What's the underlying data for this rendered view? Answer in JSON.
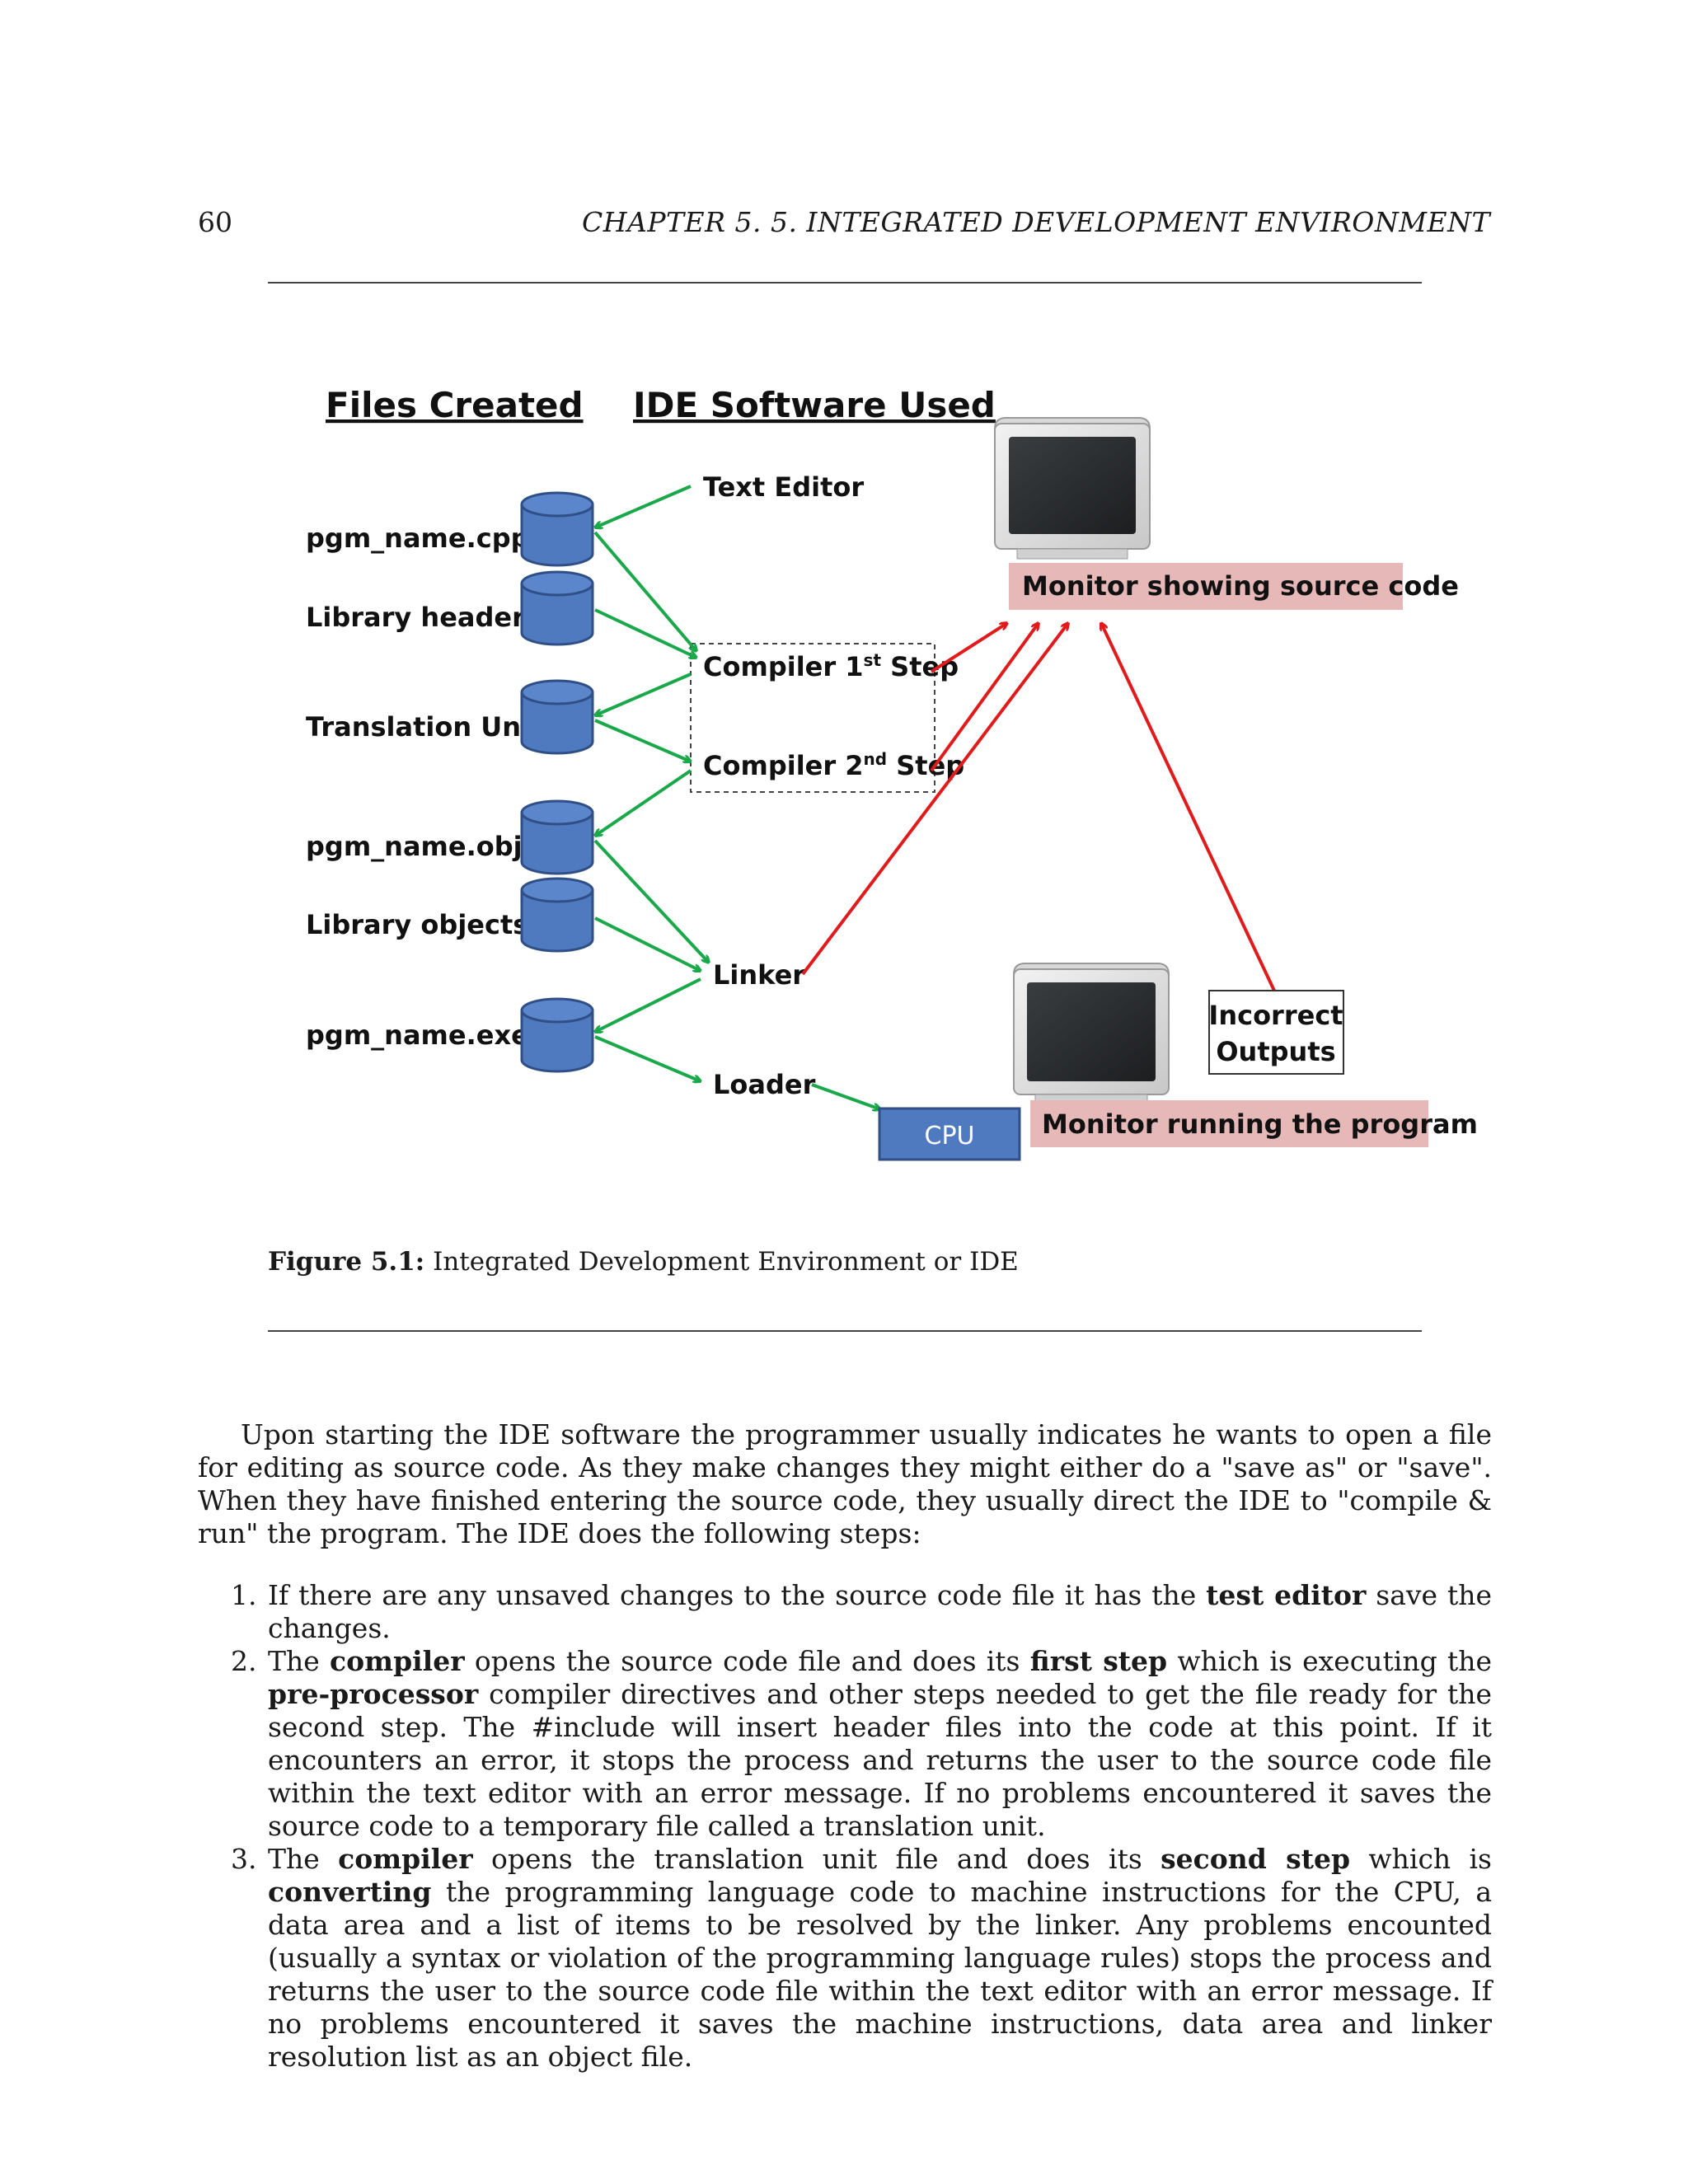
{
  "header": {
    "page_number": "60",
    "running_title": "CHAPTER 5.  5. INTEGRATED DEVELOPMENT ENVIRONMENT"
  },
  "figure": {
    "col_files": "Files Created",
    "col_software": "IDE Software Used",
    "files": [
      "pgm_name.cpp",
      "Library headers",
      "Translation Unit",
      "pgm_name.obj",
      "Library objects",
      "pgm_name.exe"
    ],
    "text_editor": "Text Editor",
    "compiler1_pre": "Compiler 1",
    "compiler1_sup": "st",
    "compiler1_post": " Step",
    "compiler2_pre": "Compiler 2",
    "compiler2_sup": "nd",
    "compiler2_post": " Step",
    "linker": "Linker",
    "loader": "Loader",
    "cpu": "CPU",
    "monitor_source": "Monitor showing source code",
    "monitor_running": "Monitor running  the program",
    "incorrect_line1": "Incorrect",
    "incorrect_line2": "Outputs",
    "caption_label": "Figure 5.1:",
    "caption_text": " Integrated Development Environment or IDE",
    "colors": {
      "cylinder": "#4f7ac0",
      "green_arrow": "#1aa84a",
      "red_arrow": "#e11b1b",
      "label_bg": "#e6b8b8"
    }
  },
  "intro_paragraph": "Upon starting the IDE software the programmer usually indicates he wants to open a file for editing as source code. As they make changes they might either do a \"save as\" or \"save\". When they have finished entering the source code, they usually direct the IDE to \"compile & run\" the program. The IDE does the following steps:",
  "steps": [
    {
      "num": "1.",
      "t1": "If there are any unsaved changes to the source code file it has the ",
      "b1": "test editor",
      "t2": " save the changes."
    },
    {
      "num": "2.",
      "t1": "The ",
      "b1": "compiler",
      "t2": " opens the source code file and does its ",
      "b2": "first step",
      "t3": " which is executing the ",
      "b3": "pre-processor",
      "t4": " compiler directives and other steps needed to get the file ready for the second step. The #include will insert header files into the code at this point. If it encounters an error, it stops the process and returns the user to the source code file within the text editor with an error message. If no problems encountered it saves the source code to a temporary file called a translation unit."
    },
    {
      "num": "3.",
      "t1": "The ",
      "b1": "compiler",
      "t2": " opens the translation unit file and does its ",
      "b2": "second step",
      "t3": " which is ",
      "b3": "converting",
      "t4": " the programming language code to machine instructions for the CPU, a data area and a list of items to be resolved by the linker. Any problems encounted (usually a syntax or violation of the programming language rules) stops the process and returns the user to the source code file within the text editor with an error message. If no problems encountered it saves the machine instructions, data area and linker resolution list as an object file."
    }
  ]
}
